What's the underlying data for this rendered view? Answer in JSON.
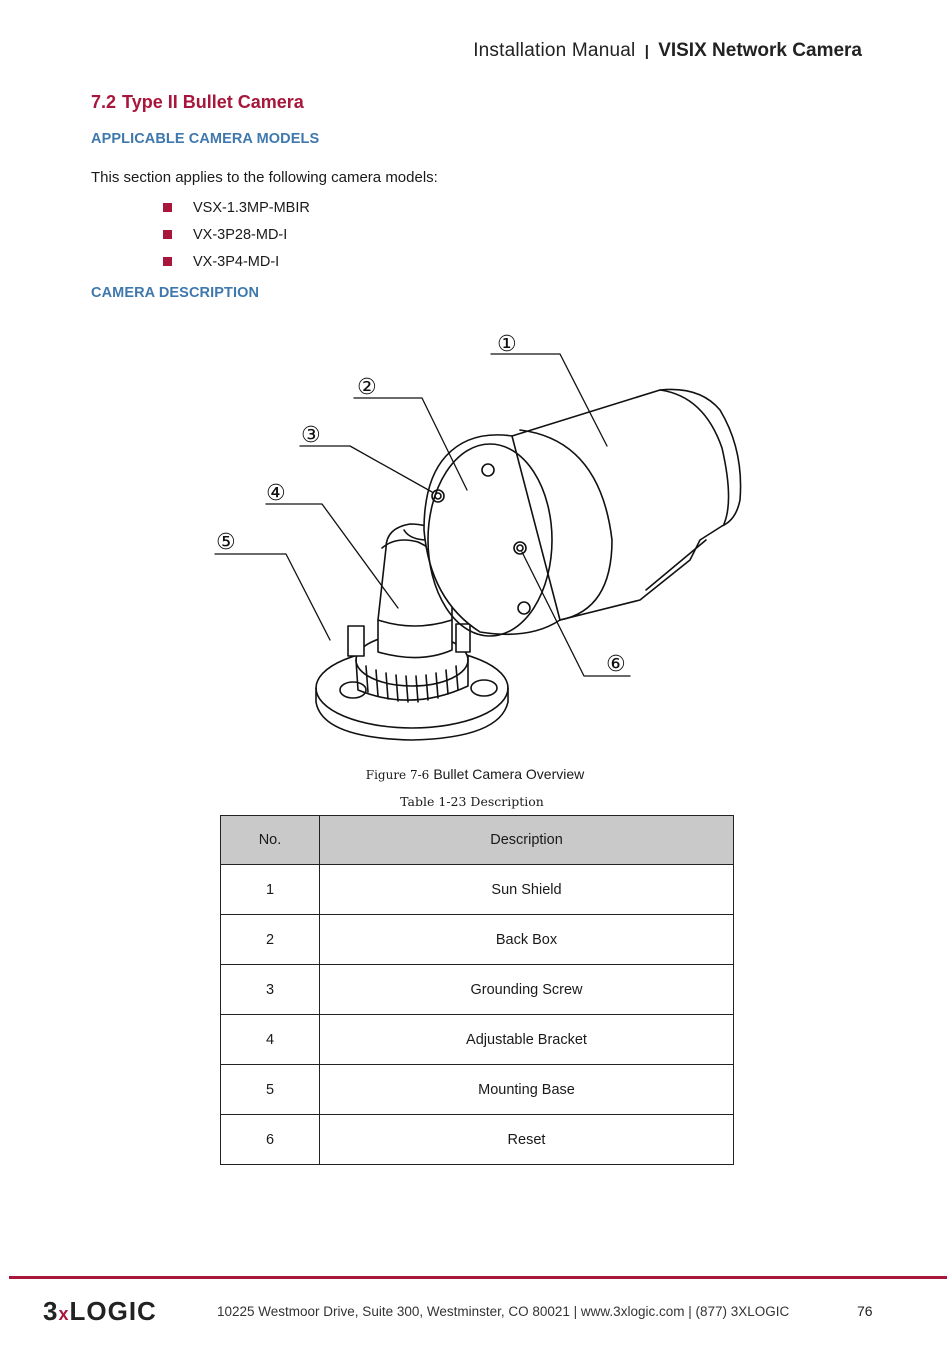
{
  "header": {
    "manual": "Installation Manual",
    "separator": "|",
    "product": "VISIX Network Camera"
  },
  "section": {
    "number": "7.2",
    "title": "Type II Bullet Camera"
  },
  "applicable": {
    "heading": "APPLICABLE CAMERA MODELS",
    "intro": "This section applies to the following camera models:",
    "models": [
      "VSX-1.3MP-MBIR",
      "VX-3P28-MD-I",
      "VX-3P4-MD-I"
    ]
  },
  "description_heading": "CAMERA DESCRIPTION",
  "figure": {
    "callouts": [
      "①",
      "②",
      "③",
      "④",
      "⑤",
      "⑥"
    ],
    "caption_prefix": "Figure 7-6",
    "caption_text": "Bullet Camera Overview"
  },
  "table": {
    "caption": "Table 1-23 Description",
    "headers": [
      "No.",
      "Description"
    ],
    "rows": [
      [
        "1",
        "Sun Shield"
      ],
      [
        "2",
        "Back Box"
      ],
      [
        "3",
        "Grounding Screw"
      ],
      [
        "4",
        "Adjustable Bracket"
      ],
      [
        "5",
        "Mounting Base"
      ],
      [
        "6",
        "Reset"
      ]
    ]
  },
  "footer": {
    "logo_left": "3",
    "logo_x": "x",
    "logo_right": "LOGIC",
    "address": "10225 Westmoor Drive, Suite 300, Westminster, CO 80021 | www.3xlogic.com | (877) 3XLOGIC",
    "page_number": "76",
    "accent_color": "#a8163b"
  }
}
